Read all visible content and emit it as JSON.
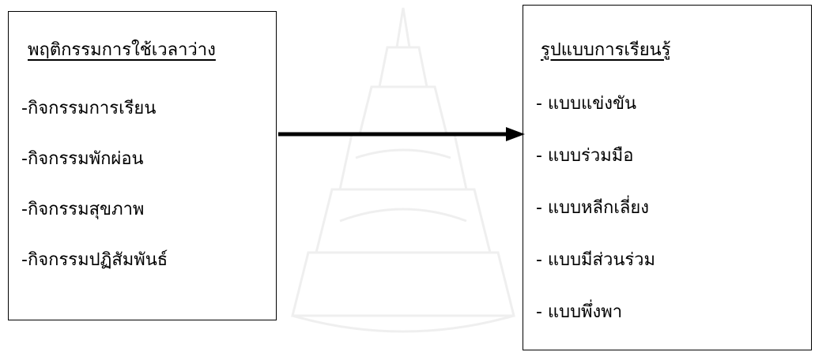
{
  "left_box": {
    "title": "พฤติกรรมการใช้เวลาว่าง",
    "items": [
      "-กิจกรรมการเรียน",
      "-กิจกรรมพักผ่อน",
      "-กิจกรรมสุขภาพ",
      "-กิจกรรมปฏิสัมพันธ์"
    ]
  },
  "right_box": {
    "title": "รูปแบบการเรียนรู้",
    "items": [
      "- แบบแข่งขัน",
      "- แบบร่วมมือ",
      "- แบบหลีกเลี่ยง",
      "- แบบมีส่วนร่วม",
      "- แบบพึ่งพา"
    ]
  },
  "colors": {
    "line": "#000000",
    "background": "#ffffff"
  }
}
